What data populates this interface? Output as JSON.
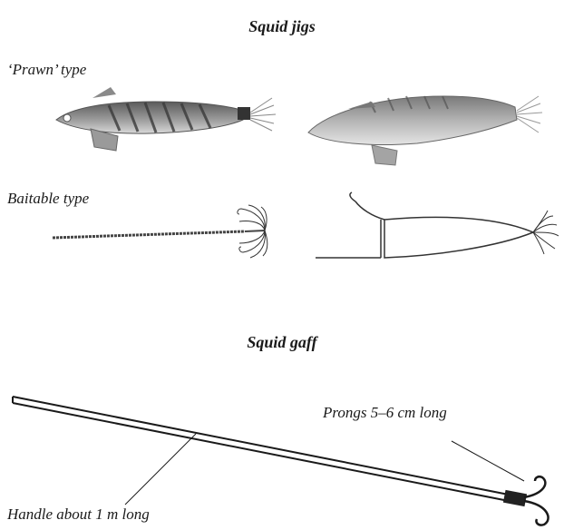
{
  "jigs": {
    "title": "Squid jigs",
    "prawn_type_label": "‘Prawn’ type",
    "baitable_type_label": "Baitable type"
  },
  "gaff": {
    "title": "Squid gaff",
    "prongs_label": "Prongs 5–6 cm long",
    "handle_label": "Handle about 1 m long"
  }
}
